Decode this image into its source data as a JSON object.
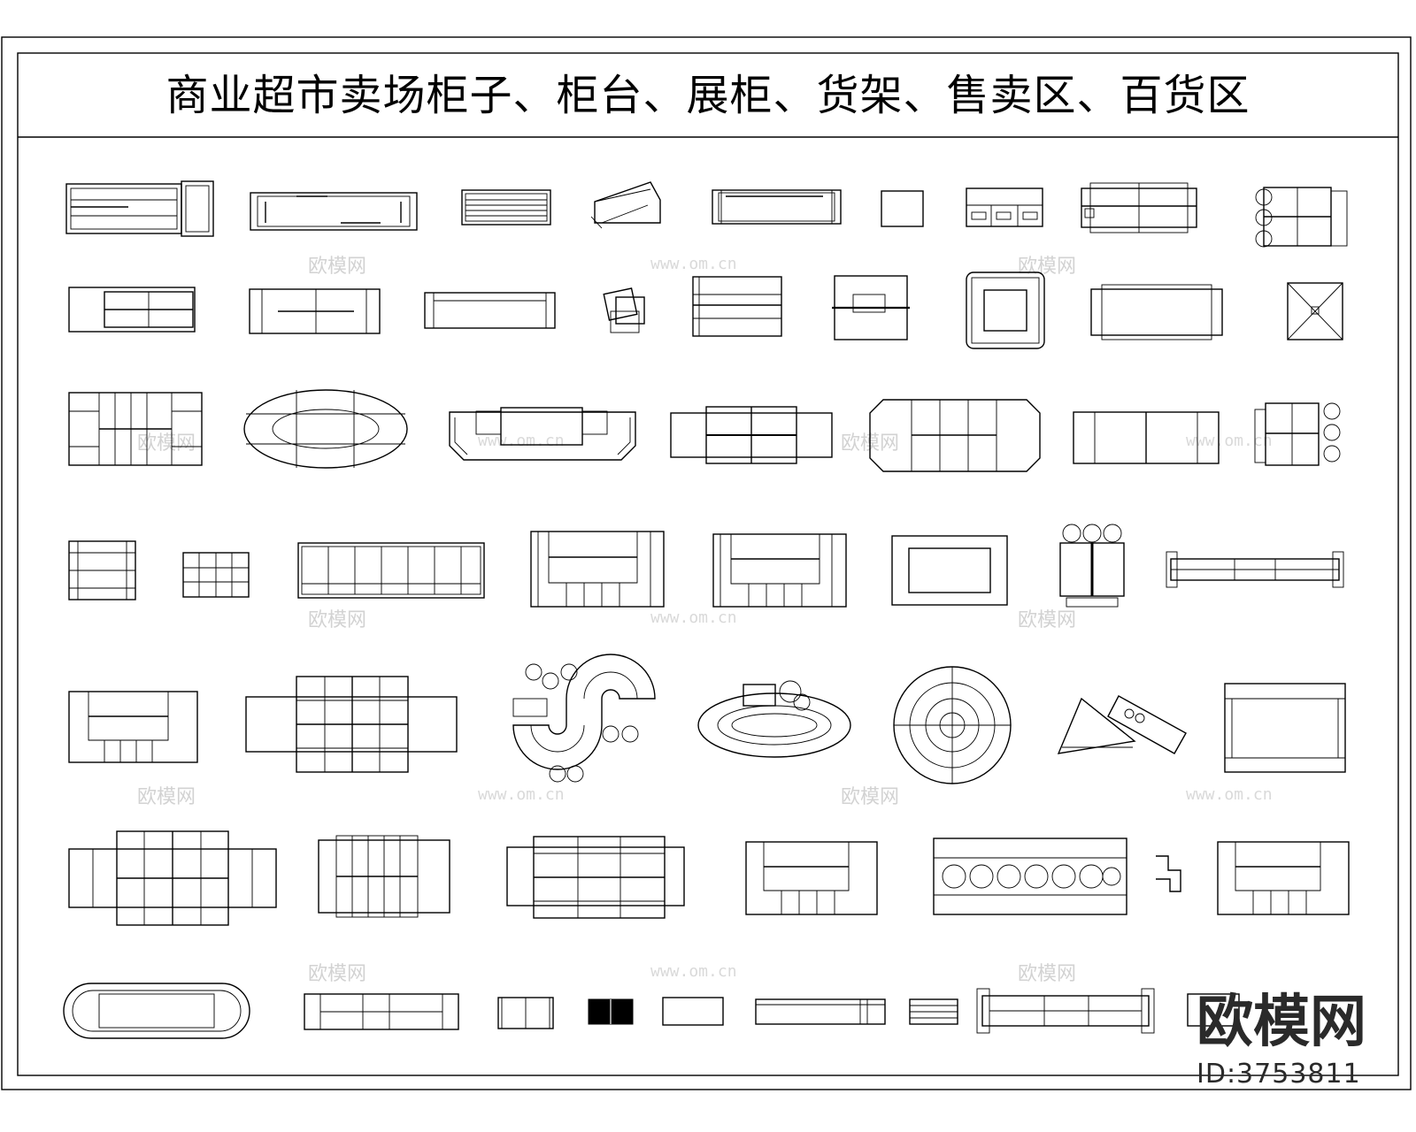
{
  "title": "商业超市卖场柜子、柜台、展柜、货架、售卖区、百货区",
  "watermarks": {
    "site_name": "欧模网",
    "url": "www.om.cn"
  },
  "logo": {
    "text": "欧模网",
    "id_label": "ID:3753811"
  },
  "colors": {
    "line": "#000000",
    "background": "#ffffff",
    "watermark": "#d2d2d2"
  }
}
